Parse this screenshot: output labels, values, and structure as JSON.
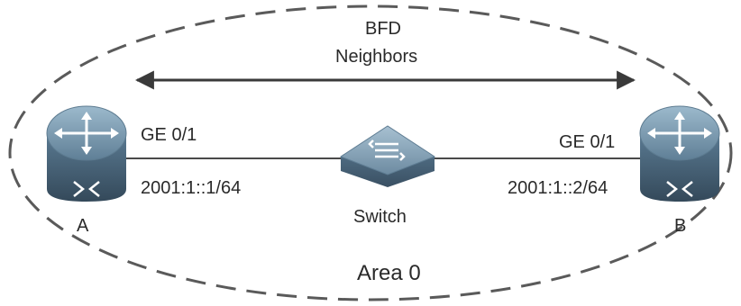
{
  "bfd": {
    "line1": "BFD",
    "line2": "Neighbors"
  },
  "router_a": {
    "name": "A",
    "interface": "GE 0/1",
    "address": "2001:1::1/64"
  },
  "router_b": {
    "name": "B",
    "interface": "GE 0/1",
    "address": "2001:1::2/64"
  },
  "switch": {
    "name": "Switch"
  },
  "area": {
    "label": "Area 0"
  },
  "colors": {
    "ellipse_dash": "#555555",
    "arrow": "#3a3a3a",
    "link": "#4a4a4a",
    "router_body": "#4f6f86",
    "router_top": "#7c9db5",
    "switch_body": "#6f8ea6"
  },
  "icons": [
    "router-icon",
    "switch-icon",
    "double-arrow-icon"
  ]
}
